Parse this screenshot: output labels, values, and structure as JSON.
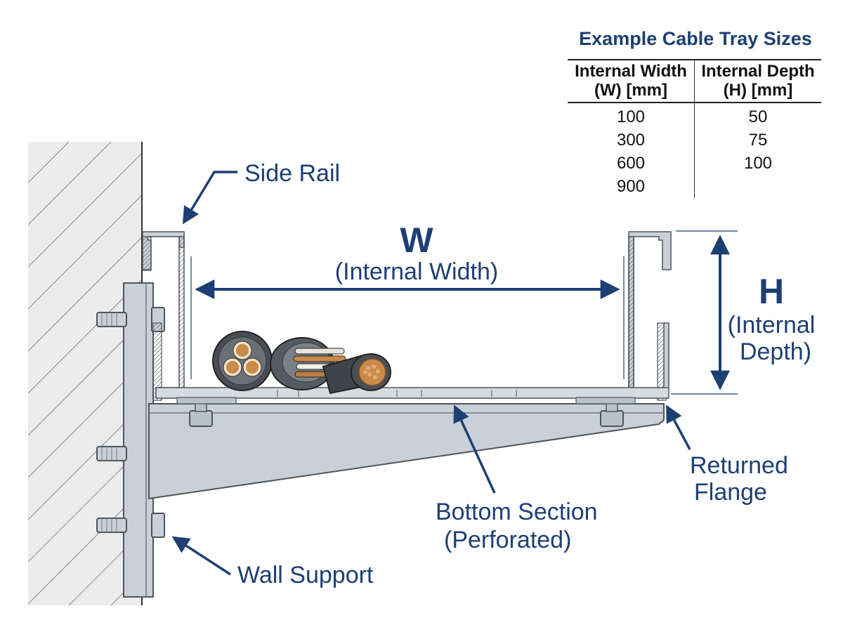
{
  "table": {
    "title": "Example Cable Tray Sizes",
    "headers": [
      "Internal Width (W) [mm]",
      "Internal Depth (H) [mm]"
    ],
    "header_lines": [
      [
        "Internal Width",
        "(W) [mm]"
      ],
      [
        "Internal Depth",
        "(H) [mm]"
      ]
    ],
    "rows": [
      [
        "100",
        "50"
      ],
      [
        "300",
        "75"
      ],
      [
        "600",
        "100"
      ],
      [
        "900",
        ""
      ]
    ]
  },
  "labels": {
    "side_rail": "Side Rail",
    "w_letter": "W",
    "w_text": "(Internal Width)",
    "h_letter": "H",
    "h_text_1": "(Internal",
    "h_text_2": "Depth)",
    "returned_flange_1": "Returned",
    "returned_flange_2": "Flange",
    "bottom_section_1": "Bottom Section",
    "bottom_section_2": "(Perforated)",
    "wall_support": "Wall Support"
  },
  "colors": {
    "label_blue": "#1d3f73",
    "steel": "#c9d0d8",
    "steel_dark": "#5b636c",
    "wall": "#ececec",
    "copper": "#c98a4a"
  }
}
